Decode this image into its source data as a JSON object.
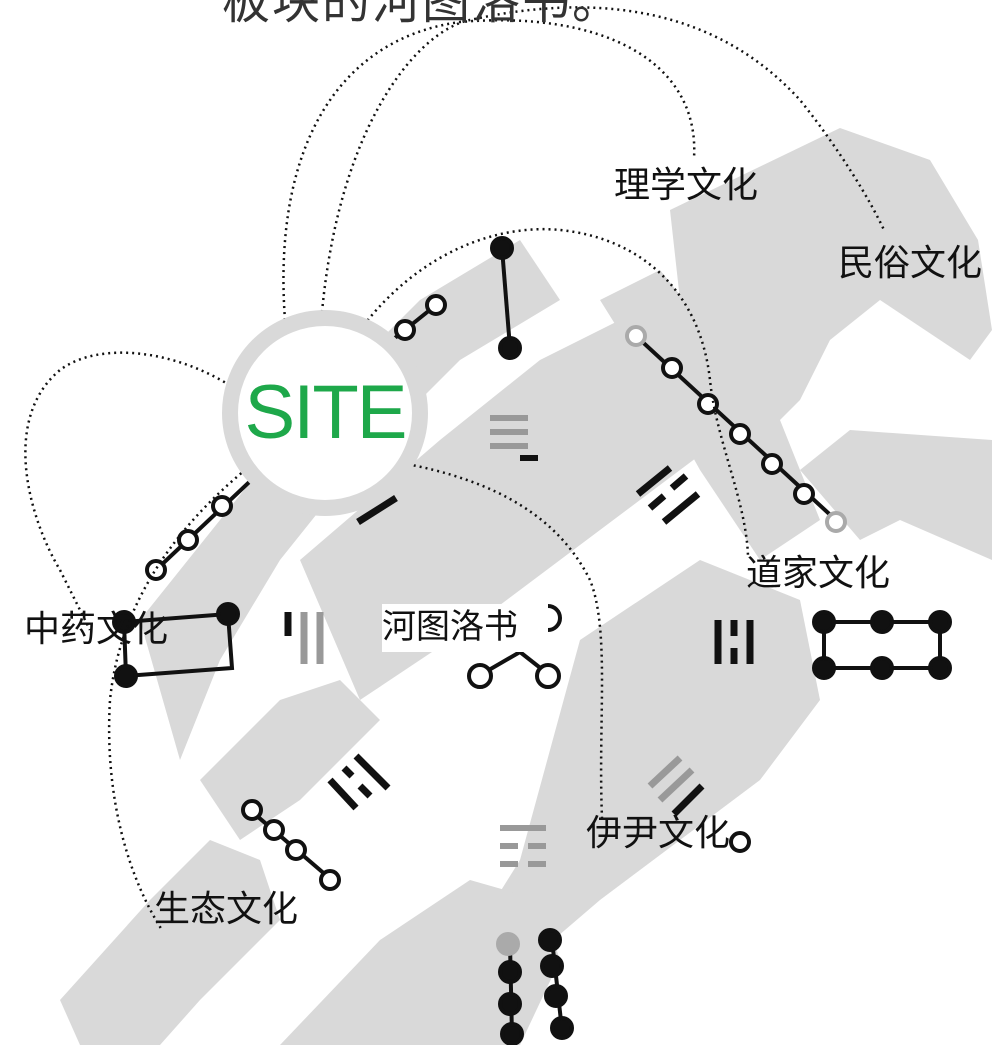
{
  "title": "板块的河图洛书。",
  "site_label": "SITE",
  "center_label": "河图洛书",
  "culture_labels": {
    "lixue": "理学文化",
    "minsu": "民俗文化",
    "daojia": "道家文化",
    "zhongyao": "中药文化",
    "yiyin": "伊尹文化",
    "shengtai": "生态文化"
  },
  "colors": {
    "site_text": "#1ea84a",
    "band": "#d9d9d9",
    "ink": "#111111"
  }
}
